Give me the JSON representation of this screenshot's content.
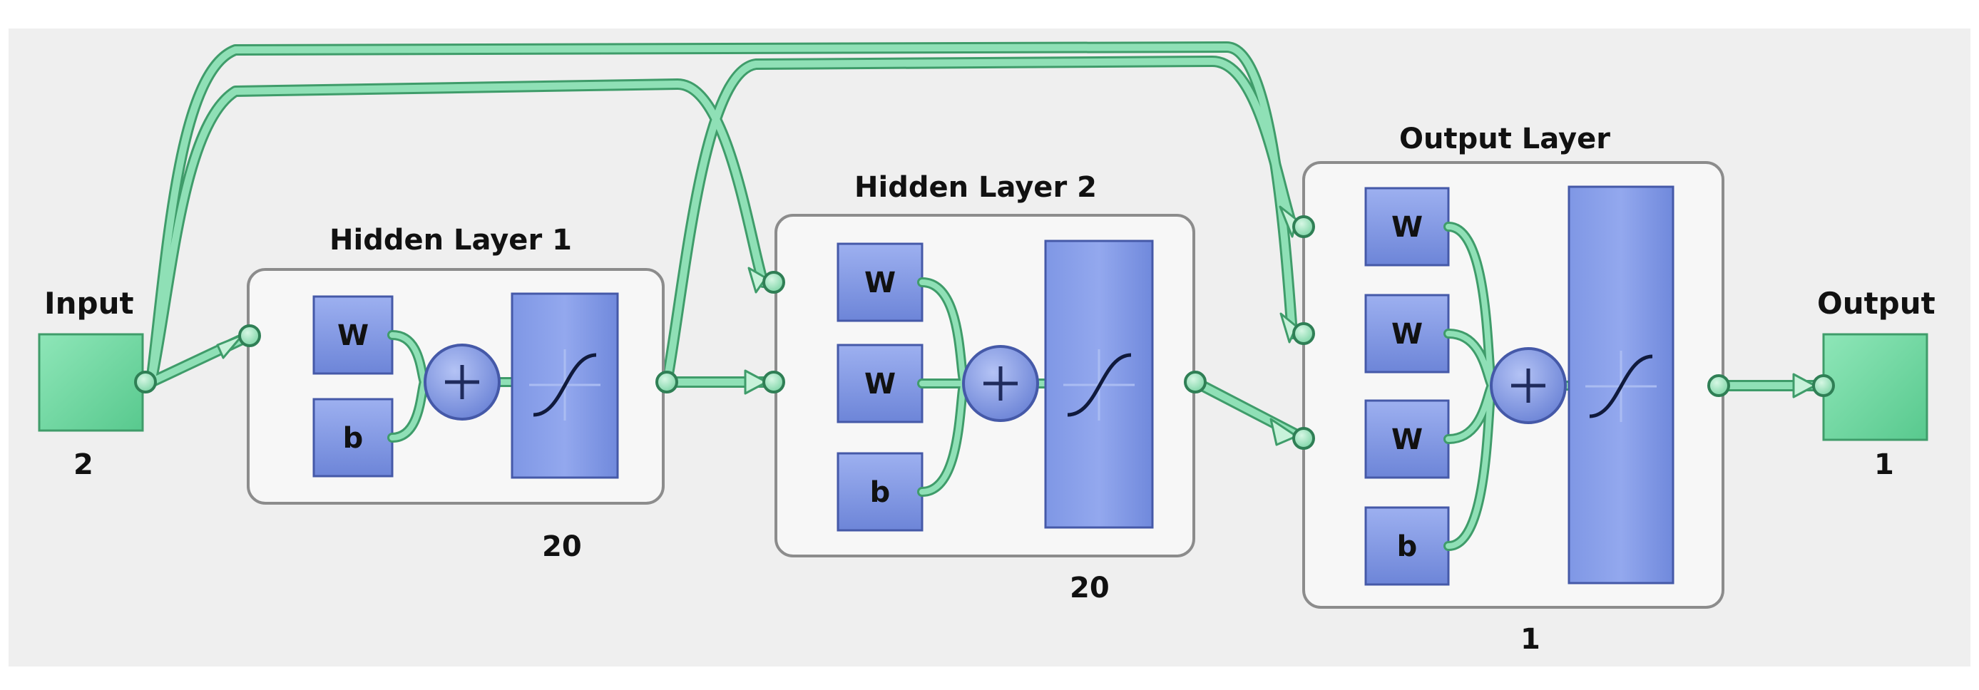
{
  "input": {
    "label": "Input",
    "size": "2"
  },
  "output": {
    "label": "Output",
    "size": "1"
  },
  "layers": [
    {
      "title": "Hidden Layer 1",
      "size": "20"
    },
    {
      "title": "Hidden Layer 2",
      "size": "20"
    },
    {
      "title": "Output Layer",
      "size": "1"
    }
  ],
  "blocks": {
    "weight": "W",
    "bias": "b",
    "sum": "+"
  },
  "colors": {
    "background": "#efefef",
    "connection": "#7fd8aa",
    "connection_edge": "#3f9c6a",
    "node_fill": "#9fe0bc",
    "io_box": "#6fd9a2",
    "block_fill": "#7f97e5",
    "block_edge": "#4559a8",
    "layer_border": "#8c8c8c",
    "layer_fill": "#f7f7f7"
  },
  "icons": {
    "transfer_function": "sigmoid-icon",
    "summation": "plus-icon"
  }
}
